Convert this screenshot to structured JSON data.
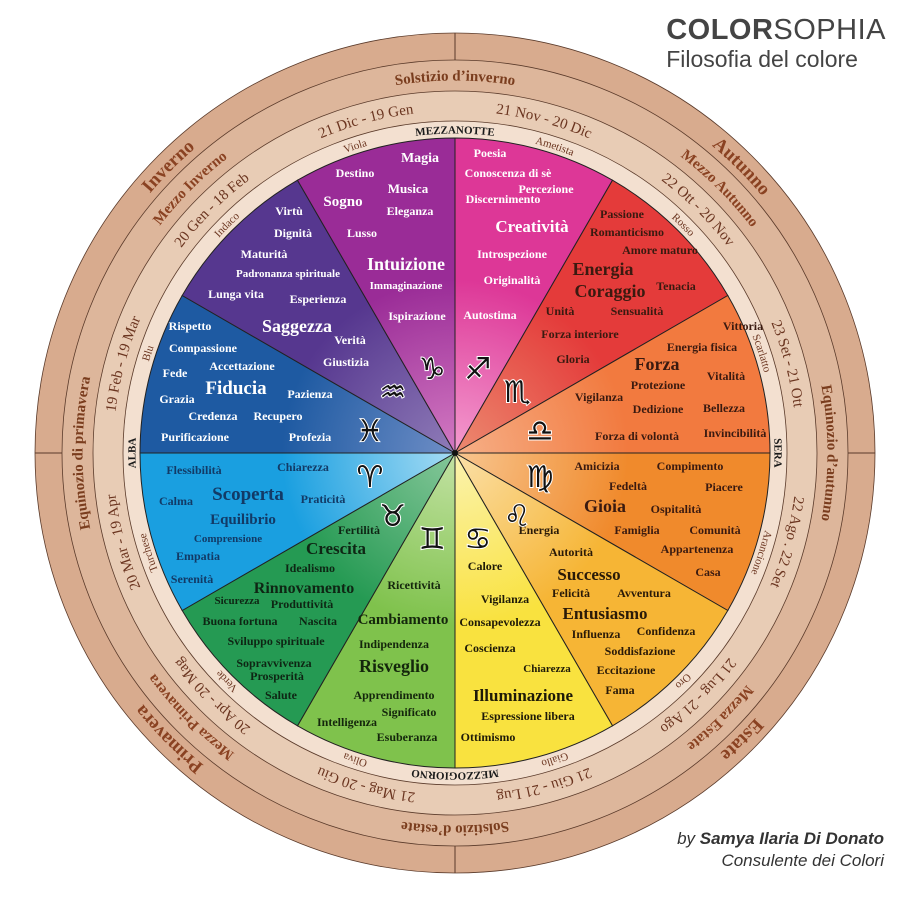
{
  "brand": {
    "name_bold": "COLOR",
    "name_light": "SOPHIA",
    "tagline": "Filosofia del colore"
  },
  "credit": {
    "prefix": "by",
    "author": "Samya Ilaria Di Donato",
    "role": "Consulente dei Colori"
  },
  "times_of_day": {
    "top": "MEZZANOTTE",
    "right": "SERA",
    "bottom": "MEZZOGIORNO",
    "left": "ALBA"
  },
  "cardinal_points": {
    "top": "Solstizio d’inverno",
    "right": "Equinozio d’autunno",
    "bottom": "Solstizio d’estate",
    "left": "Equinozio di primavera"
  },
  "seasons": [
    {
      "name": "Autunno",
      "sub": "Mezzo Autunno"
    },
    {
      "name": "Estate",
      "sub": "Mezza Estate"
    },
    {
      "name": "Primavera",
      "sub": "Mezza Primavera"
    },
    {
      "name": "Inverno",
      "sub": "Mezzo Inverno"
    }
  ],
  "segments": [
    {
      "color_name": "Ametista",
      "dates": "21 Nov - 20 Dic",
      "symbol": "♐︎",
      "fill": "#dd3797",
      "fill_light": "#f49ccf",
      "text_color": "#ffffff",
      "words": [
        "Poesia",
        "Conoscenza di sè",
        "Percezione",
        "Discernimento",
        "Creatività",
        "Introspezione",
        "Originalità",
        "Autostima"
      ]
    },
    {
      "color_name": "Rosso",
      "dates": "22 Ott - 20 Nov",
      "symbol": "♏︎",
      "fill": "#e43b3a",
      "fill_light": "#ec8a70",
      "text_color": "#3a1a10",
      "words": [
        "Passione",
        "Romanticismo",
        "Amore maturo",
        "Energia",
        "Coraggio",
        "Tenacia",
        "Unità",
        "Sensualità",
        "Forza interiore",
        "Gloria"
      ]
    },
    {
      "color_name": "Scarlatto",
      "dates": "23 Set - 21 Ott",
      "symbol": "♎︎",
      "fill": "#f27a3f",
      "fill_light": "#f6b088",
      "text_color": "#3a1a10",
      "words": [
        "Vittoria",
        "Energia fisica",
        "Forza",
        "Vitalità",
        "Protezione",
        "Vigilanza",
        "Dedizione",
        "Bellezza",
        "Forza di volontà",
        "Invincibilità"
      ]
    },
    {
      "color_name": "Arancione",
      "dates": "22 Ago . 22 Set",
      "symbol": "♍︎",
      "fill": "#f08a2c",
      "fill_light": "#f8c690",
      "text_color": "#3a1a10",
      "words": [
        "Amicizia",
        "Compimento",
        "Fedeltà",
        "Piacere",
        "Gioia",
        "Ospitalità",
        "Famiglia",
        "Comunità",
        "Appartenenza",
        "Casa"
      ]
    },
    {
      "color_name": "Oro",
      "dates": "21 Lug - 21 Ago",
      "symbol": "♌︎",
      "fill": "#f6b535",
      "fill_light": "#fbe0a8",
      "text_color": "#2a1a08",
      "words": [
        "Energia",
        "Autorità",
        "Successo",
        "Felicità",
        "Avventura",
        "Entusiasmo",
        "Influenza",
        "Confidenza",
        "Soddisfazione",
        "Eccitazione",
        "Fama"
      ]
    },
    {
      "color_name": "Giallo",
      "dates": "21 Giu - 21 Lug",
      "symbol": "♋︎",
      "fill": "#f9e23f",
      "fill_light": "#fbf3b0",
      "text_color": "#1e1a08",
      "words": [
        "Calore",
        "Vigilanza",
        "Consapevolezza",
        "Coscienza",
        "Chiarezza",
        "Illuminazione",
        "Espressione libera",
        "Ottimismo"
      ]
    },
    {
      "color_name": "Oliva",
      "dates": "21 Mag - 20 Giu",
      "symbol": "♊︎",
      "fill": "#7fc24c",
      "fill_light": "#c3e2a4",
      "text_color": "#14260c",
      "words": [
        "Ricettività",
        "Cambiamento",
        "Indipendenza",
        "Risveglio",
        "Apprendimento",
        "Significato",
        "Intelligenza",
        "Esuberanza"
      ]
    },
    {
      "color_name": "Verde",
      "dates": "20 Apr - 20 Mag",
      "symbol": "♉︎",
      "fill": "#259a53",
      "fill_light": "#86c79a",
      "text_color": "#0e2614",
      "words": [
        "Fertilità",
        "Crescita",
        "Idealismo",
        "Rinnovamento",
        "Sicurezza",
        "Produttività",
        "Buona fortuna",
        "Nascita",
        "Sviluppo spirituale",
        "Sopravvivenza",
        "Prosperità",
        "Salute"
      ]
    },
    {
      "color_name": "Turchese",
      "dates": "20 Mar - 19 Apr",
      "symbol": "♈︎",
      "fill": "#1a9fe0",
      "fill_light": "#a6dcf4",
      "text_color": "#123a66",
      "words": [
        "Flessibilità",
        "Chiarezza",
        "Scoperta",
        "Calma",
        "Praticità",
        "Equilibrio",
        "Comprensione",
        "Empatia",
        "Serenità"
      ]
    },
    {
      "color_name": "Blu",
      "dates": "19 Feb - 19 Mar",
      "symbol": "♓︎",
      "fill": "#1e5aa2",
      "fill_light": "#6f8ec6",
      "text_color": "#ffffff",
      "words": [
        "Rispetto",
        "Compassione",
        "Accettazione",
        "Fede",
        "Fiducia",
        "Grazia",
        "Pazienza",
        "Credenza",
        "Recupero",
        "Purificazione",
        "Profezia"
      ]
    },
    {
      "color_name": "Indaco",
      "dates": "20 Gen - 18 Feb",
      "symbol": "♒︎",
      "fill": "#56378f",
      "fill_light": "#8f7cb8",
      "text_color": "#ffffff",
      "words": [
        "Virtù",
        "Dignità",
        "Maturità",
        "Padronanza spirituale",
        "Lunga vita",
        "Esperienza",
        "Saggezza",
        "Verità",
        "Giustizia"
      ]
    },
    {
      "color_name": "Viola",
      "dates": "21 Dic - 19 Gen",
      "symbol": "♑︎",
      "fill": "#9a2c97",
      "fill_light": "#d37ac2",
      "text_color": "#ffffff",
      "words": [
        "Magia",
        "Destino",
        "Musica",
        "Sogno",
        "Eleganza",
        "Lusso",
        "Intuizione",
        "Immaginazione",
        "Ispirazione"
      ]
    }
  ],
  "colors": {
    "ring_outer": "#d8ab8e",
    "ring_cardinal": "#ddb69b",
    "ring_dates": "#e8ccb5",
    "ring_inner": "#f3e0d0",
    "ring_text": "#7a3d1e",
    "lines": "#5a3a2a"
  }
}
